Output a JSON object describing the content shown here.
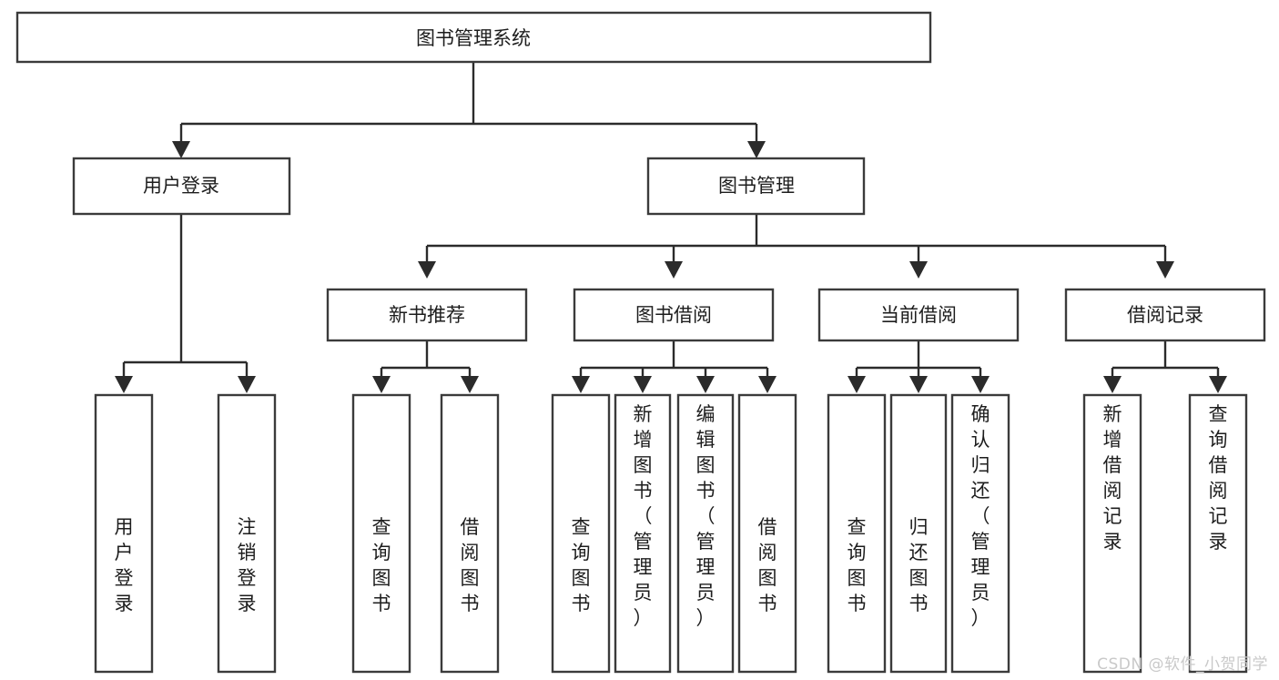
{
  "diagram": {
    "type": "tree-hierarchy",
    "title": "图书管理系统",
    "watermark": "CSDN @软件_小贺同学",
    "colors": {
      "background": "#ffffff",
      "box_stroke": "#3b3b3b",
      "edge_stroke": "#2b2b2b",
      "text": "#1d1d1d",
      "watermark": "#c9c9c9"
    },
    "levels": {
      "level1": [
        {
          "id": "root",
          "label": "图书管理系统",
          "orientation": "horizontal"
        }
      ],
      "level2": [
        {
          "id": "login",
          "label": "用户登录",
          "orientation": "horizontal",
          "parent": "root"
        },
        {
          "id": "bookmgmt",
          "label": "图书管理",
          "orientation": "horizontal",
          "parent": "root"
        }
      ],
      "level3": [
        {
          "id": "newbook",
          "label": "新书推荐",
          "orientation": "horizontal",
          "parent": "bookmgmt"
        },
        {
          "id": "borrow",
          "label": "图书借阅",
          "orientation": "horizontal",
          "parent": "bookmgmt"
        },
        {
          "id": "current",
          "label": "当前借阅",
          "orientation": "horizontal",
          "parent": "bookmgmt"
        },
        {
          "id": "records",
          "label": "借阅记录",
          "orientation": "horizontal",
          "parent": "bookmgmt"
        }
      ],
      "level4": [
        {
          "id": "leaf-1",
          "label": "用户登录",
          "orientation": "vertical",
          "parent": "login"
        },
        {
          "id": "leaf-2",
          "label": "注销登录",
          "orientation": "vertical",
          "parent": "login"
        },
        {
          "id": "leaf-3",
          "label": "查询图书",
          "orientation": "vertical",
          "parent": "newbook"
        },
        {
          "id": "leaf-4",
          "label": "借阅图书",
          "orientation": "vertical",
          "parent": "newbook"
        },
        {
          "id": "leaf-5",
          "label": "查询图书",
          "orientation": "vertical",
          "parent": "borrow"
        },
        {
          "id": "leaf-6",
          "label": "新增图书（管理员）",
          "orientation": "vertical",
          "parent": "borrow"
        },
        {
          "id": "leaf-7",
          "label": "编辑图书（管理员）",
          "orientation": "vertical",
          "parent": "borrow"
        },
        {
          "id": "leaf-8",
          "label": "借阅图书",
          "orientation": "vertical",
          "parent": "borrow"
        },
        {
          "id": "leaf-9",
          "label": "查询图书",
          "orientation": "vertical",
          "parent": "current"
        },
        {
          "id": "leaf-10",
          "label": "归还图书",
          "orientation": "vertical",
          "parent": "current"
        },
        {
          "id": "leaf-11",
          "label": "确认归还（管理员）",
          "orientation": "vertical",
          "parent": "current"
        },
        {
          "id": "leaf-12",
          "label": "新增借阅记录",
          "orientation": "vertical",
          "parent": "records"
        },
        {
          "id": "leaf-13",
          "label": "查询借阅记录",
          "orientation": "vertical",
          "parent": "records"
        }
      ]
    }
  }
}
